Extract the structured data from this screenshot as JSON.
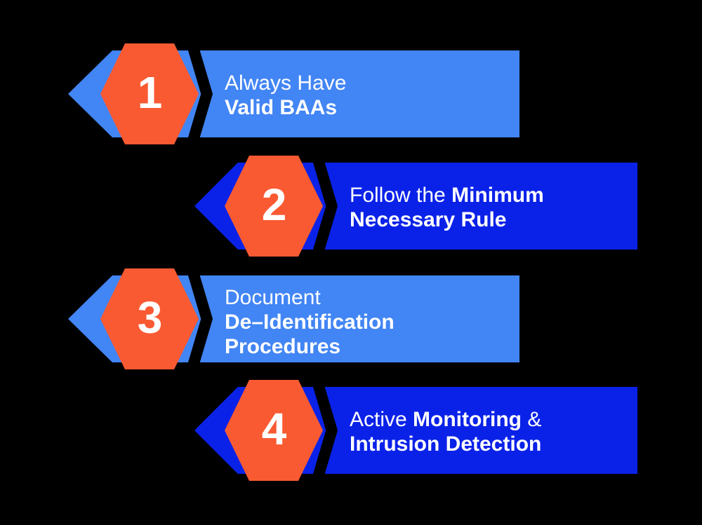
{
  "theme": {
    "background": "#000000",
    "light_blue": "#4285F4",
    "dark_blue": "#0A22E8",
    "accent_orange": "#FA5A32",
    "text_color": "#FFFFFF"
  },
  "steps": [
    {
      "number": "1",
      "banner_color": "#4285F4",
      "hex_color": "#FA5A32",
      "lines": [
        {
          "segments": [
            {
              "text": "Always Have",
              "weight": "light"
            }
          ]
        },
        {
          "segments": [
            {
              "text": "Valid BAAs",
              "weight": "bold"
            }
          ]
        }
      ],
      "plain_text": "Always Have Valid BAAs"
    },
    {
      "number": "2",
      "banner_color": "#0A22E8",
      "hex_color": "#FA5A32",
      "lines": [
        {
          "segments": [
            {
              "text": "Follow the ",
              "weight": "light"
            },
            {
              "text": "Minimum",
              "weight": "bold"
            }
          ]
        },
        {
          "segments": [
            {
              "text": "Necessary Rule",
              "weight": "bold"
            }
          ]
        }
      ],
      "plain_text": "Follow the Minimum Necessary Rule"
    },
    {
      "number": "3",
      "banner_color": "#4285F4",
      "hex_color": "#FA5A32",
      "lines": [
        {
          "segments": [
            {
              "text": "Document",
              "weight": "light"
            }
          ]
        },
        {
          "segments": [
            {
              "text": "De–Identification",
              "weight": "bold"
            }
          ]
        },
        {
          "segments": [
            {
              "text": "Procedures",
              "weight": "bold"
            }
          ]
        }
      ],
      "plain_text": "Document De–Identification Procedures"
    },
    {
      "number": "4",
      "banner_color": "#0A22E8",
      "hex_color": "#FA5A32",
      "lines": [
        {
          "segments": [
            {
              "text": "Active ",
              "weight": "light"
            },
            {
              "text": "Monitoring",
              "weight": "bold"
            },
            {
              "text": " &",
              "weight": "light"
            }
          ]
        },
        {
          "segments": [
            {
              "text": "Intrusion Detection",
              "weight": "bold"
            }
          ]
        }
      ],
      "plain_text": "Active Monitoring & Intrusion Detection"
    }
  ]
}
